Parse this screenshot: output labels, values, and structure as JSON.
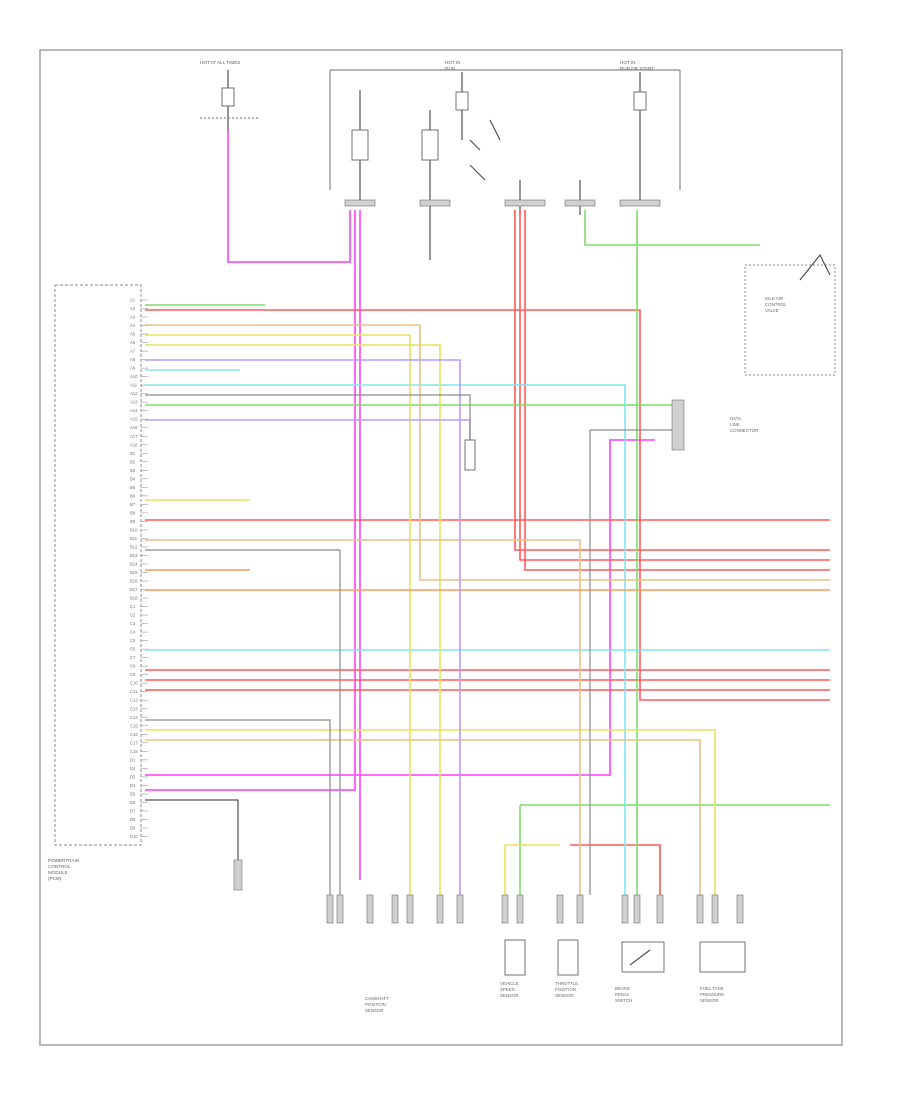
{
  "diagram": {
    "module_label": [
      "POWERTRAIN",
      "CONTROL",
      "MODULE",
      "(PCM)"
    ],
    "footer_code": "",
    "fuse_blocks": [
      {
        "id": "hot-at-all-times",
        "text": [
          "HOT AT ALL TIMES",
          ""
        ]
      },
      {
        "id": "hot-in-run",
        "text": [
          "HOT IN",
          "RUN"
        ]
      },
      {
        "id": "hot-in-run-start",
        "text": [
          "HOT IN",
          "RUN OR START"
        ]
      }
    ],
    "components_bottom": [
      {
        "id": "sensors-group",
        "text": [
          "CAMSHAFT",
          "POSITION",
          "SENSOR"
        ]
      },
      {
        "id": "vss",
        "text": [
          "VEHICLE",
          "SPEED",
          "SENSOR"
        ]
      },
      {
        "id": "tps",
        "text": [
          "THROTTLE",
          "POSITION",
          "SENSOR"
        ]
      },
      {
        "id": "brake-switch",
        "text": [
          "BRAKE",
          "PEDAL",
          "SWITCH"
        ]
      },
      {
        "id": "fuel-tank-sensor",
        "text": [
          "FUEL TANK",
          "PRESSURE",
          "SENSOR"
        ]
      }
    ],
    "notes_right": [
      {
        "id": "idle-air",
        "text": [
          "IDLE AIR",
          "CONTROL",
          "VALVE"
        ]
      },
      {
        "id": "data-link",
        "text": [
          "DATA",
          "LINK",
          "CONNECTOR"
        ]
      }
    ],
    "pin_rows": [
      "A1",
      "A2",
      "A3",
      "A4",
      "A5",
      "A6",
      "A7",
      "A8",
      "A9",
      "A10",
      "A11",
      "A12",
      "A13",
      "A14",
      "A15",
      "A16",
      "A17",
      "A18",
      "B1",
      "B2",
      "B3",
      "B4",
      "B5",
      "B6",
      "B7",
      "B8",
      "B9",
      "B10",
      "B11",
      "B12",
      "B13",
      "B14",
      "B15",
      "B16",
      "B17",
      "B18",
      "C1",
      "C2",
      "C3",
      "C4",
      "C5",
      "C6",
      "C7",
      "C8",
      "C9",
      "C10",
      "C11",
      "C12",
      "C13",
      "C14",
      "C15",
      "C16",
      "C17",
      "C18",
      "D1",
      "D2",
      "D3",
      "D4",
      "D5",
      "D6",
      "D7",
      "D8",
      "D9",
      "D10"
    ]
  }
}
